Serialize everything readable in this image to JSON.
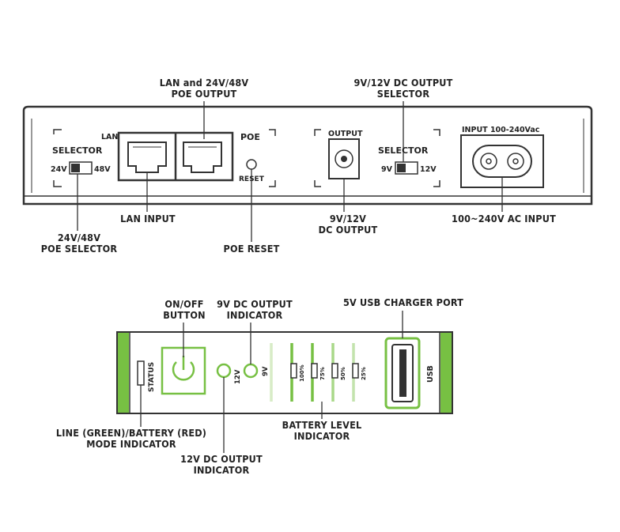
{
  "top_panel": {
    "callouts": {
      "lan_poe_output": [
        "LAN and 24V/48V",
        "POE OUTPUT"
      ],
      "dc_selector": [
        "9V/12V DC OUTPUT",
        "SELECTOR"
      ],
      "lan_input": "LAN INPUT",
      "poe_selector": [
        "24V/48V",
        "POE SELECTOR"
      ],
      "poe_reset": "POE RESET",
      "dc_output": [
        "9V/12V",
        "DC OUTPUT"
      ],
      "ac_input": "100~240V AC INPUT"
    },
    "device": {
      "selector_label": "SELECTOR",
      "v24": "24V",
      "v48": "48V",
      "lan": "LAN",
      "poe": "POE",
      "reset": "RESET",
      "output": "OUTPUT",
      "selector2_label": "SELECTOR",
      "v9": "9V",
      "v12": "12V",
      "ac_input": "INPUT 100-240Vac"
    }
  },
  "bottom_panel": {
    "callouts": {
      "onoff": [
        "ON/OFF",
        "BUTTON"
      ],
      "dc9_indicator": [
        "9V DC OUTPUT",
        "INDICATOR"
      ],
      "usb_port": "5V USB CHARGER PORT",
      "mode_indicator": [
        "LINE (GREEN)/BATTERY (RED)",
        "MODE INDICATOR"
      ],
      "battery_level": [
        "BATTERY LEVEL",
        "INDICATOR"
      ],
      "dc12_indicator": [
        "12V DC OUTPUT",
        "INDICATOR"
      ]
    },
    "device": {
      "status": "STATUS",
      "v12": "12V",
      "v9": "9V",
      "battery_levels": [
        "100%",
        "75%",
        "50%",
        "25%"
      ],
      "usb": "USB"
    },
    "colors": {
      "accent": "#77c043",
      "outline": "#333333"
    }
  }
}
